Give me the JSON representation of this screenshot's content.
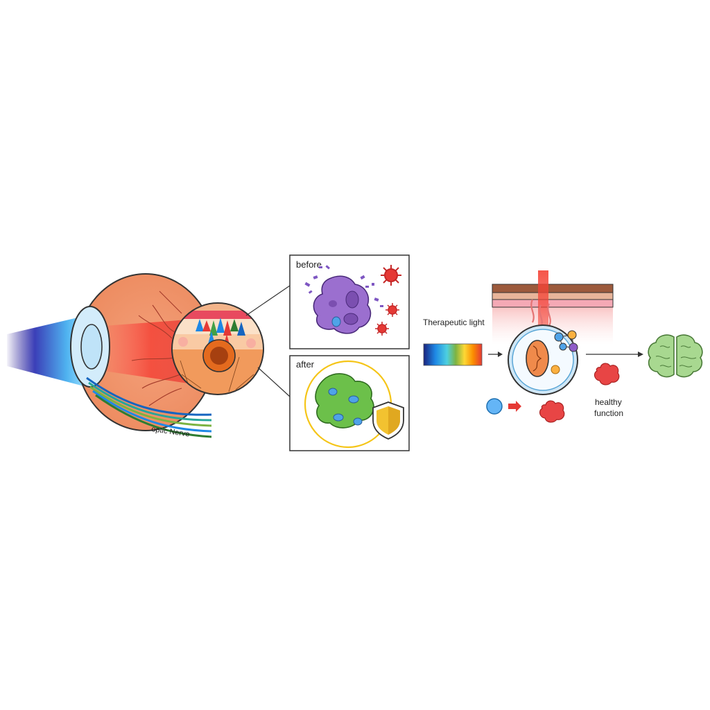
{
  "labels": {
    "optic_nerve": "optic Nerve",
    "before": "before",
    "after": "after",
    "therapeutic_light": "Therapeutic light",
    "healthy_function": [
      "healthy",
      "function"
    ]
  },
  "colors": {
    "outline": "#333333",
    "eye_orange": "#f0a27a",
    "red_light": "#e53935",
    "microglia_before": "#9b6fcf",
    "microglia_after": "#6cc04a",
    "shield": "#f2c230",
    "brain": "#a8d890",
    "spectrum": [
      "#1a237e",
      "#1e88e5",
      "#43a047",
      "#fdd835",
      "#fb8c00",
      "#e53935"
    ]
  },
  "icons": [
    "eye",
    "retina-magnifier",
    "activated-microglia",
    "virus",
    "resting-microglia",
    "shield",
    "spectrum-bar",
    "skin-layers",
    "cell-with-mitochondrion",
    "brain"
  ]
}
